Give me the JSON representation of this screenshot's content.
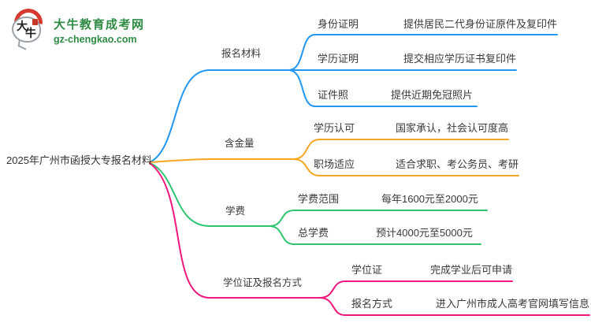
{
  "logo": {
    "icon_char1": "大",
    "icon_char2": "牛",
    "site_name": "大牛教育成考网",
    "site_url": "gz-chengkao.com",
    "brand_color": "#2e8b44",
    "accent_red": "#d5392f"
  },
  "colors": {
    "blue": "#2196F3",
    "orange": "#F5A623",
    "green": "#2EC56E",
    "pink": "#F0187C",
    "text": "#3a3a3a"
  },
  "mindmap": {
    "root": "2025年广州市函授大专报名材料",
    "branches": [
      {
        "label": "报名材料",
        "color": "#2196F3",
        "children": [
          {
            "label": "身份证明",
            "value": "提供居民二代身份证原件及复印件"
          },
          {
            "label": "学历证明",
            "value": "提交相应学历证书复印件"
          },
          {
            "label": "证件照",
            "value": "提供近期免冠照片"
          }
        ]
      },
      {
        "label": "含金量",
        "color": "#F5A623",
        "children": [
          {
            "label": "学历认可",
            "value": "国家承认，社会认可度高"
          },
          {
            "label": "职场适应",
            "value": "适合求职、考公务员、考研"
          }
        ]
      },
      {
        "label": "学费",
        "color": "#2EC56E",
        "children": [
          {
            "label": "学费范围",
            "value": "每年1600元至2000元"
          },
          {
            "label": "总学费",
            "value": "预计4000元至5000元"
          }
        ]
      },
      {
        "label": "学位证及报名方式",
        "color": "#F0187C",
        "children": [
          {
            "label": "学位证",
            "value": "完成学业后可申请"
          },
          {
            "label": "报名方式",
            "value": "进入广州市成人高考官网填写信息"
          }
        ]
      }
    ]
  }
}
